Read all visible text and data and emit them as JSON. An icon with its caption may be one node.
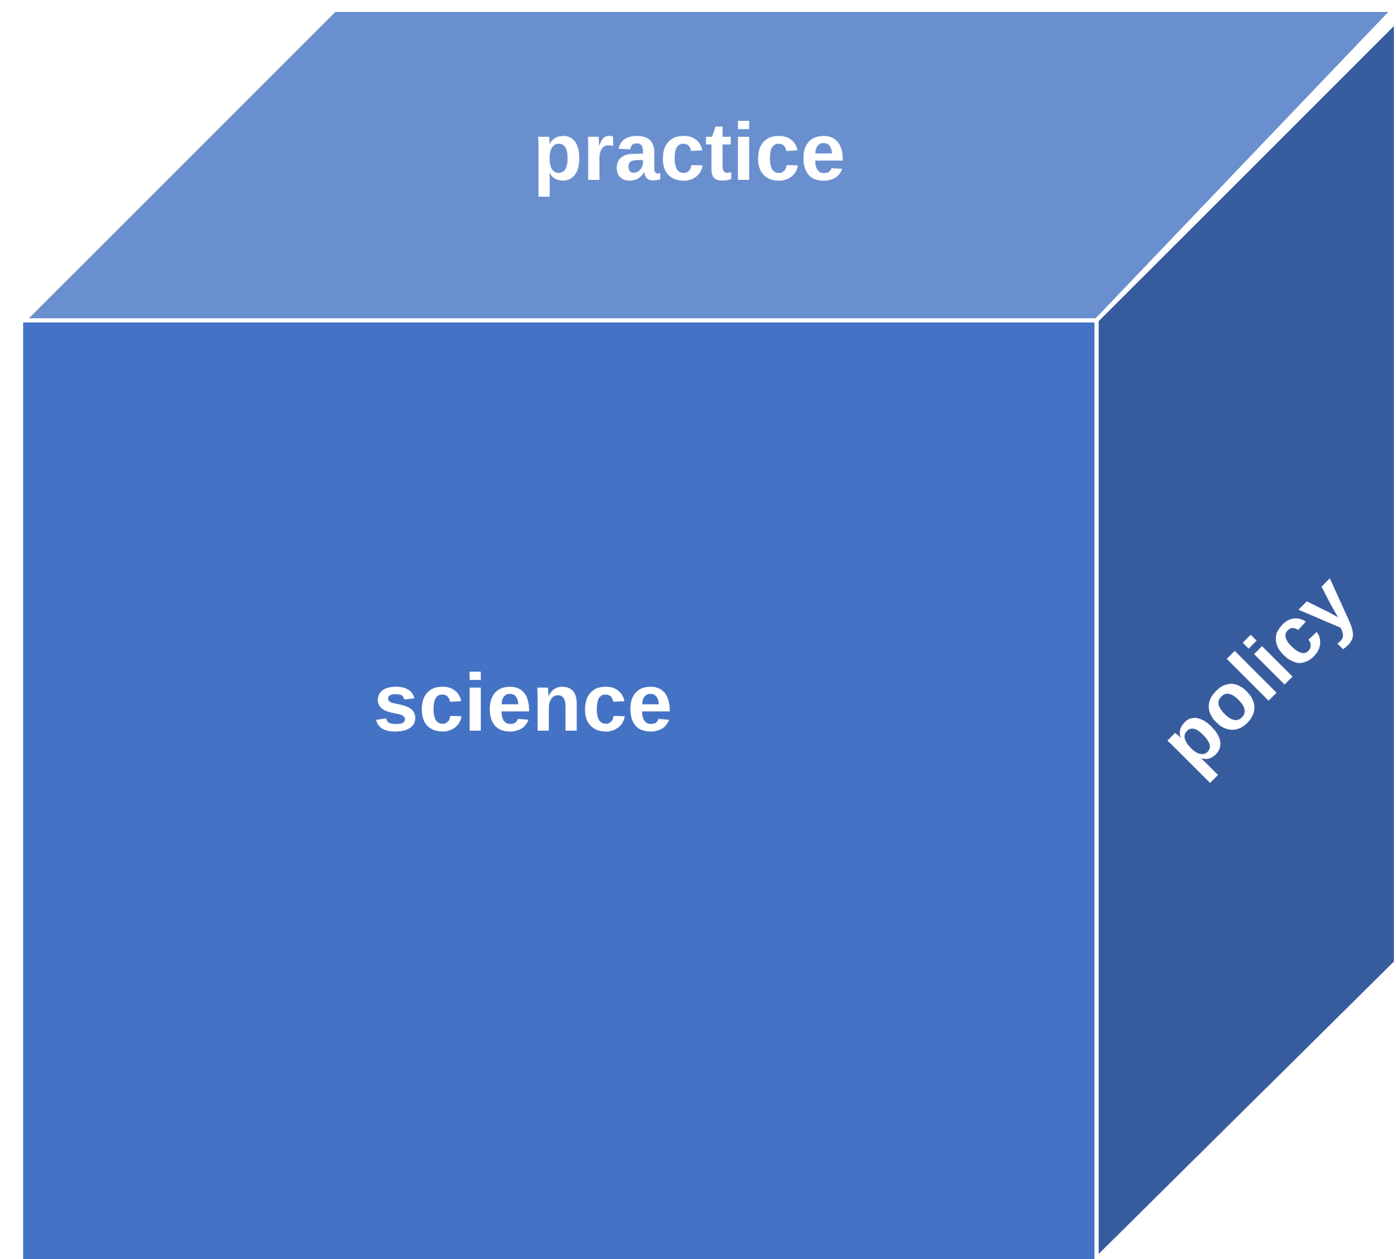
{
  "diagram": {
    "nodes": [
      {
        "text": [
          "practice"
        ]
      },
      {
        "text": [
          "science"
        ]
      },
      {
        "text": [
          "policy"
        ]
      }
    ]
  }
}
